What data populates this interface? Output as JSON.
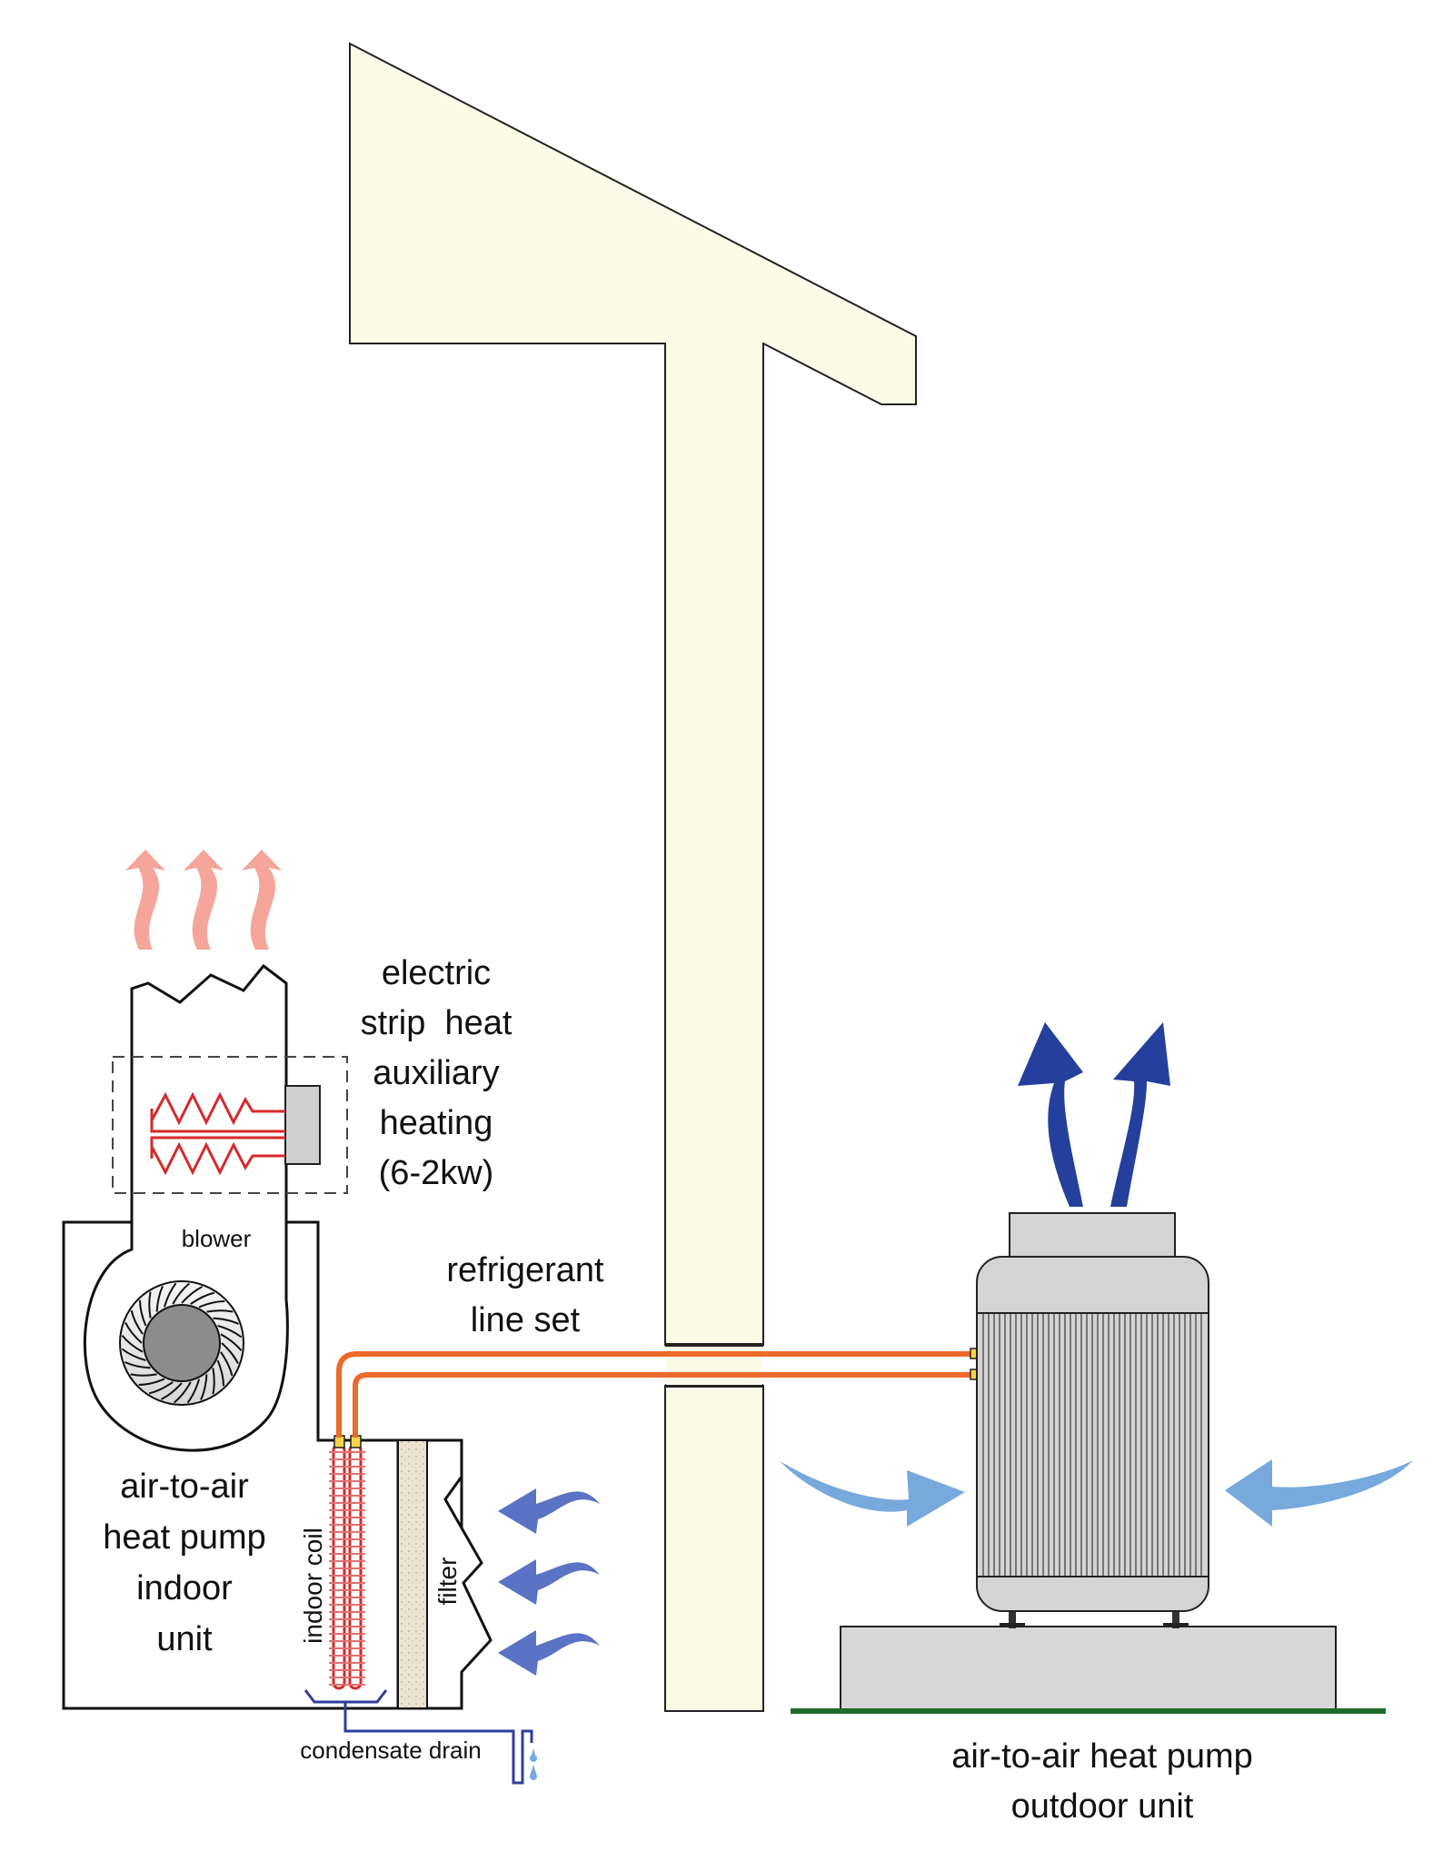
{
  "labels": {
    "electric_strip_heat": [
      "electric",
      "strip  heat",
      "auxiliary",
      "heating",
      "(6-2kw)"
    ],
    "blower": "blower",
    "refrigerant_line_set": [
      "refrigerant",
      "line set"
    ],
    "indoor_unit": [
      "air-to-air",
      "heat pump",
      "indoor",
      "unit"
    ],
    "indoor_coil": "indoor coil",
    "filter": "filter",
    "condensate_drain": "condensate drain",
    "outdoor_unit": [
      "air-to-air heat pump",
      "outdoor unit"
    ]
  },
  "colors": {
    "house_fill": "#fbfbe8",
    "refrigerant_line": "#ee6a2a",
    "heat_element": "#d42a2a",
    "warm_air": "#f5a59a",
    "exhaust_air": "#253f9c",
    "intake_air_outdoor": "#77a9dd",
    "return_air_indoor": "#5b73c4",
    "unit_gray": "#d4d4d4",
    "ground_line": "#1f6b2c",
    "drain_line": "#2f3e9c"
  }
}
